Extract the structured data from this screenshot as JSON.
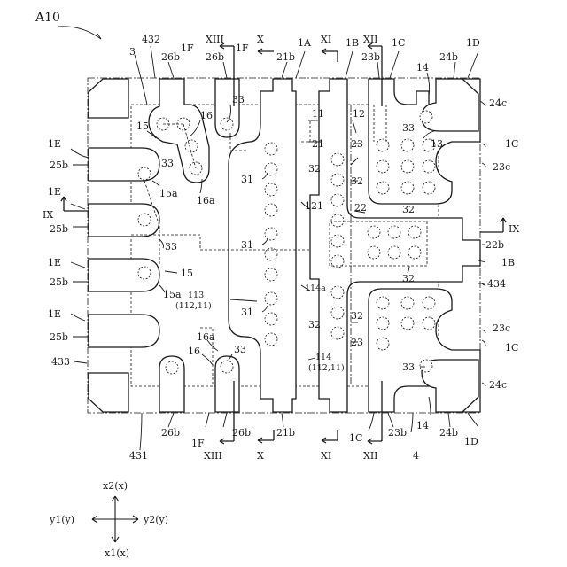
{
  "figure_label": "A10",
  "section_marks": {
    "xiii": "XIII",
    "x": "X",
    "xi": "XI",
    "xii": "XII",
    "ix": "IX"
  },
  "labels": {
    "l432": "432",
    "l3": "3",
    "l26b_top_a": "26b",
    "l26b_top_b": "26b",
    "l1f_top_a": "1F",
    "l1f_top_b": "1F",
    "l21b_top": "21b",
    "l1a": "1A",
    "l1b_top": "1B",
    "l23b_top": "23b",
    "l1c_top": "1C",
    "l24b_top": "24b",
    "l1d_top": "1D",
    "l14_top": "14",
    "l24c_top": "24c",
    "l16_top": "16",
    "l15_top": "15",
    "l33_top": "33",
    "l1e_a": "1E",
    "l25b_a": "25b",
    "l15a_top": "15a",
    "l16a_top": "16a",
    "l11": "11",
    "l12": "12",
    "l21": "21",
    "l31_a": "31",
    "l32_a": "32",
    "l23_a": "23",
    "l32_b": "32",
    "l33_tr": "33",
    "l13": "13",
    "l1c_r_top": "1C",
    "l23c_top": "23c",
    "l1e_b": "1E",
    "l25b_b": "25b",
    "l121": "121",
    "l22": "22",
    "l32_c": "32",
    "l31_b": "31",
    "l33_left": "33",
    "l1e_c": "1E",
    "l15_mid": "15",
    "l25b_c": "25b",
    "l15a_mid": "15a",
    "l22b": "22b",
    "l1b_right": "1B",
    "l32_d": "32",
    "l434": "434",
    "l113": "113",
    "l113_sub": "(112,11)",
    "l114a": "114a",
    "l31_c": "31",
    "l32_e": "32",
    "l23c_bot": "23c",
    "l1c_r_bot": "1C",
    "l1e_d": "1E",
    "l25b_d": "25b",
    "l23_b": "23",
    "l16a_bot": "16a",
    "l433": "433",
    "l16_bot": "16",
    "l33_bot": "33",
    "l114": "114",
    "l114_sub": "(112,11)",
    "l33_br": "33",
    "l24c_bot": "24c",
    "l14_bot": "14",
    "l1c_bot": "1C",
    "l26b_bot_a": "26b",
    "l26b_bot_b": "26b",
    "l21b_bot": "21b",
    "l23b_bot": "23b",
    "l24b_bot": "24b",
    "l1d_bot": "1D",
    "l1f_bot": "1F",
    "l431": "431",
    "l4": "4"
  },
  "axes": {
    "x2": "x2(x)",
    "x1": "x1(x)",
    "y1": "y1(y)",
    "y2": "y2(y)"
  }
}
